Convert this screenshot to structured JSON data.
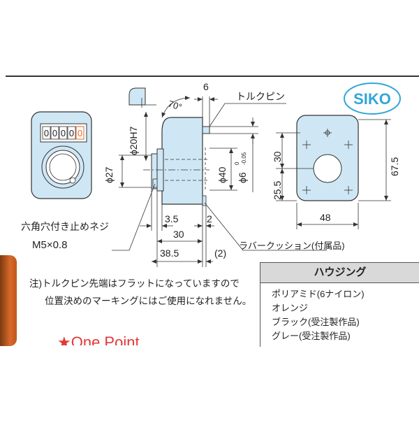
{
  "logo": {
    "text": "SIKO",
    "color": "#33a6d9"
  },
  "colors": {
    "body": "#cfe7f5",
    "outline": "#333333",
    "accent_orange": "#e06a2a",
    "one_point_red": "#e23838"
  },
  "labels": {
    "angle": "70°",
    "dim_6_top": "6",
    "torque_pin": "トルクピン",
    "phi20h7": "ϕ20H7",
    "phi27": "ϕ27",
    "phi40": "ϕ40",
    "phi6": "ϕ6",
    "phi6_tol_upper": "0",
    "phi6_tol_lower": "-0.05",
    "dim_3_5": "3.5",
    "dim_2": "2",
    "dim_30": "30",
    "dim_38_5": "38.5",
    "dim_2_paren": "(2)",
    "set_screw_line1": "六角穴付き止めネジ",
    "set_screw_line2": "M5×0.8",
    "rubber_cushion": "ラバークッション(付属品)",
    "dim_30_v": "30",
    "dim_25_5": "25.5",
    "dim_67_5": "67.5",
    "dim_48": "48"
  },
  "counter_digits": [
    "0",
    "0",
    "0",
    "0",
    "0"
  ],
  "note_lines": [
    "注)トルクピン先端はフラットになっていますので",
    "位置決めのマーキングにはご使用になれません。"
  ],
  "housing": {
    "title": "ハウジング",
    "items": [
      "ポリアミド(6ナイロン)",
      "オレンジ",
      "ブラック(受注製作品)",
      "グレー(受注製作品)"
    ]
  },
  "one_point": "★One Point"
}
